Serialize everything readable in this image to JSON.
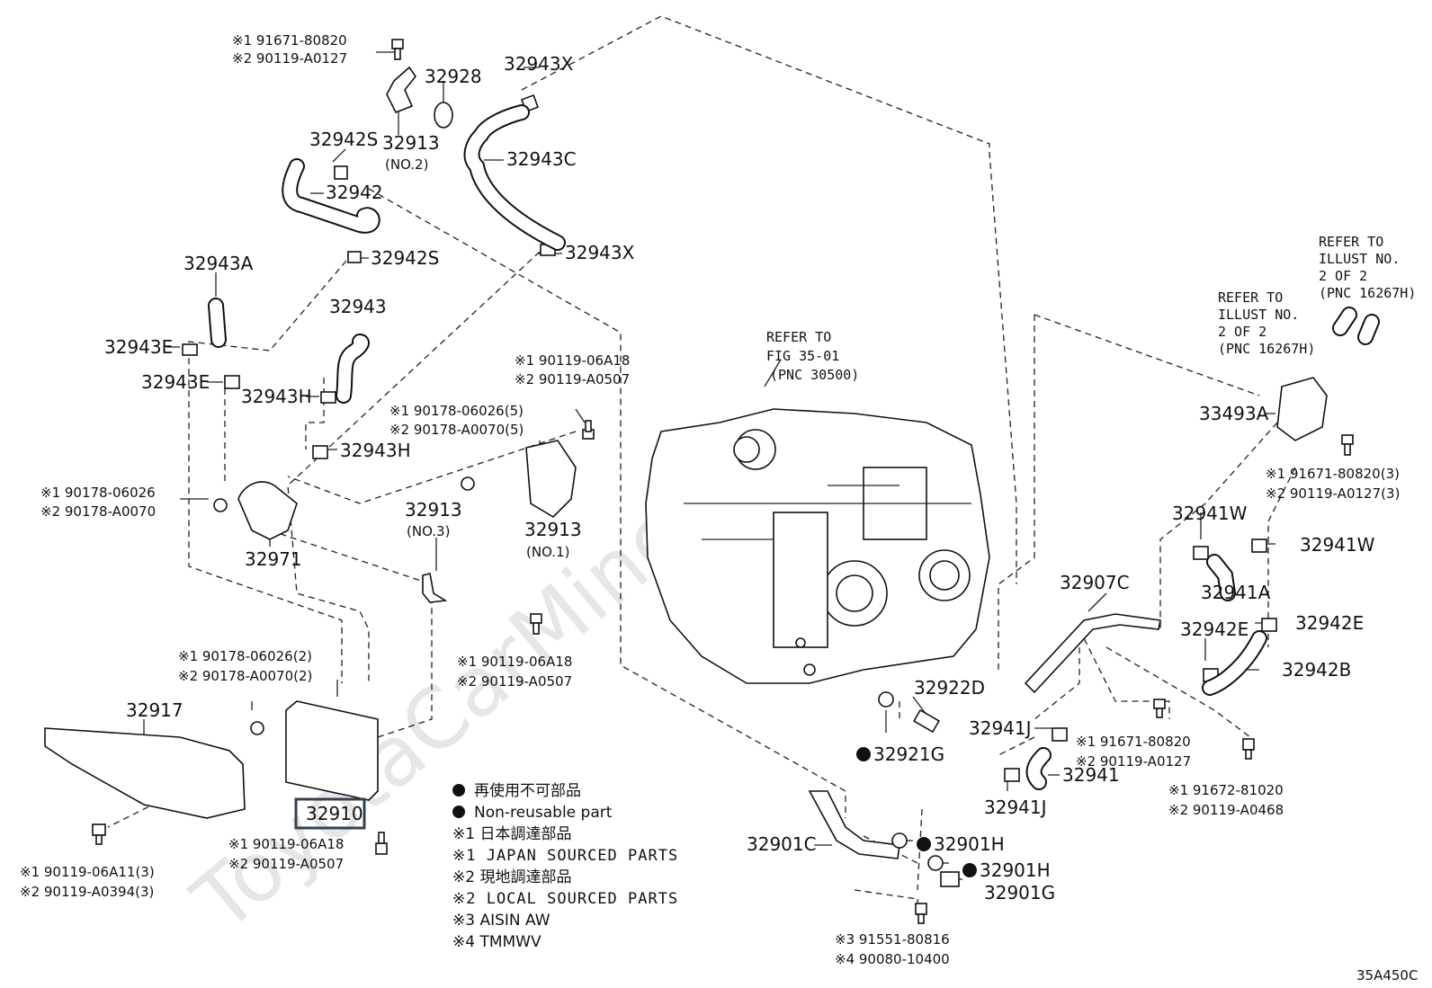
{
  "watermark": "ToyotaCarMine.ru",
  "figure_code": "35A450C",
  "parts": {
    "p32928": "32928",
    "p32943X_top": "32943X",
    "p32913_no2": "32913",
    "no2": "(NO.2)",
    "p32942S_top": "32942S",
    "p32943C": "32943C",
    "p32942": "32942",
    "p32942S_mid": "32942S",
    "p32943X_mid": "32943X",
    "p32943A": "32943A",
    "p32943": "32943",
    "p32943E_a": "32943E",
    "p32943E_b": "32943E",
    "p32943H_a": "32943H",
    "p32943H_b": "32943H",
    "p32971": "32971",
    "p32913_no3": "32913",
    "no3": "(NO.3)",
    "p32913_no1": "32913",
    "no1": "(NO.1)",
    "p32917": "32917",
    "p32910": "32910",
    "p33493A": "33493A",
    "p32941W_a": "32941W",
    "p32941W_b": "32941W",
    "p32941A": "32941A",
    "p32907C": "32907C",
    "p32942E_a": "32942E",
    "p32942E_b": "32942E",
    "p32942B": "32942B",
    "p32922D": "32922D",
    "p32921G": "32921G",
    "p32941J_a": "32941J",
    "p32941J_b": "32941J",
    "p32941": "32941",
    "p32901C": "32901C",
    "p32901H_a": "32901H",
    "p32901H_b": "32901H",
    "p32901G": "32901G"
  },
  "refs": {
    "r1_a": "※1 91671-80820",
    "r1_b": "※2 90119-A0127",
    "r2_a": "※1 90119-06A18",
    "r2_b": "※2 90119-A0507",
    "r3_a": "※1 90178-06026(5)",
    "r3_b": "※2 90178-A0070(5)",
    "r4_a": "※1 90178-06026",
    "r4_b": "※2 90178-A0070",
    "r5_a": "※1 90119-06A18",
    "r5_b": "※2 90119-A0507",
    "r6_a": "※1 90178-06026(2)",
    "r6_b": "※2 90178-A0070(2)",
    "r7_a": "※1 90119-06A18",
    "r7_b": "※2 90119-A0507",
    "r8_a": "※1 90119-06A11(3)",
    "r8_b": "※2 90119-A0394(3)",
    "r9_a": "※1 91671-80820(3)",
    "r9_b": "※2 90119-A0127(3)",
    "r10_a": "※1 91671-80820",
    "r10_b": "※2 90119-A0127",
    "r11_a": "※1 91672-81020",
    "r11_b": "※2 90119-A0468",
    "r12_a": "※3  91551-80816",
    "r12_b": "※4  90080-10400"
  },
  "notes": {
    "fig_l1": "REFER TO",
    "fig_l2": "FIG 35-01",
    "fig_l3": "(PNC 30500)",
    "ill1_l1": "REFER TO",
    "ill1_l2": "ILLUST NO.",
    "ill1_l3": "2 OF 2",
    "ill1_l4": "(PNC 16267H)",
    "ill2_l1": "REFER TO",
    "ill2_l2": "ILLUST NO.",
    "ill2_l3": "2 OF 2",
    "ill2_l4": "(PNC 16267H)"
  },
  "legend": {
    "l1": "再使用不可部品",
    "l2": "Non-reusable part",
    "l3": "※1 日本調達部品",
    "l4": "※1 JAPAN SOURCED PARTS",
    "l5": "※2 現地調達部品",
    "l6": "※2 LOCAL SOURCED PARTS",
    "l7": "※3 AISIN AW",
    "l8": "※4 TMMWV"
  },
  "highlight_color": "#33414f"
}
